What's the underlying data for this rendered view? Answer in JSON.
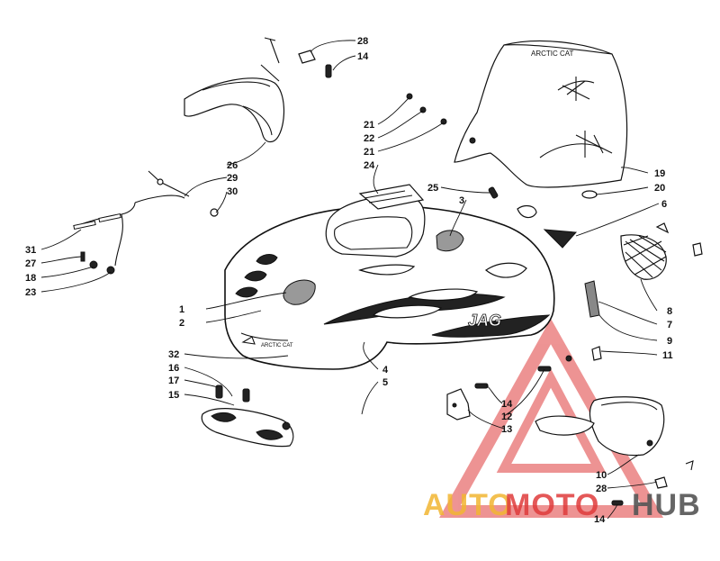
{
  "diagram": {
    "part_labels": {
      "p1": "1",
      "p2": "2",
      "p3": "3",
      "p4": "4",
      "p5": "5",
      "p6": "6",
      "p7": "7",
      "p8": "8",
      "p9": "9",
      "p10": "10",
      "p11": "11",
      "p12": "12",
      "p13": "13",
      "p14a": "14",
      "p14b": "14",
      "p14c": "14",
      "p15": "15",
      "p16": "16",
      "p17": "17",
      "p18": "18",
      "p19": "19",
      "p20": "20",
      "p21a": "21",
      "p21b": "21",
      "p22": "22",
      "p23": "23",
      "p24": "24",
      "p25": "25",
      "p26": "26",
      "p27": "27",
      "p28a": "28",
      "p28b": "28",
      "p29": "29",
      "p30": "30",
      "p31": "31",
      "p32": "32"
    }
  },
  "watermark": {
    "part1": "AUTO",
    "part2": "MOTO",
    "part3": "HUB",
    "color_primary": "#f2b632",
    "color_secondary": "#e03c3c",
    "color_dark": "#555555"
  }
}
